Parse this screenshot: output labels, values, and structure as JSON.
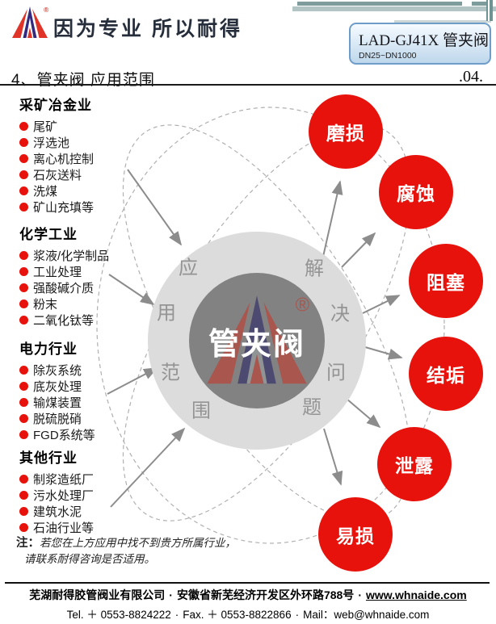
{
  "header": {
    "slogan": "因为专业 所以耐得",
    "logo_reg": "®",
    "product_box": {
      "model": "LAD-GJ41X 管夹阀",
      "size_range": "DN25~DN1000"
    }
  },
  "title_row": {
    "title": "4、管夹阀 应用范围",
    "page_number": ".04."
  },
  "industries": [
    {
      "heading": "采矿冶金业",
      "items": [
        "尾矿",
        "浮选池",
        "离心机控制",
        "石灰送料",
        "洗煤",
        "矿山充填等"
      ]
    },
    {
      "heading": "化学工业",
      "items": [
        "浆液/化学制品",
        "工业处理",
        "强酸碱介质",
        "粉末",
        "二氧化钛等"
      ]
    },
    {
      "heading": "电力行业",
      "items": [
        "除灰系统",
        "底灰处理",
        "输煤装置",
        "脱硫脱硝",
        "FGD系统等"
      ]
    },
    {
      "heading": "其他行业",
      "items": [
        "制浆造纸厂",
        "污水处理厂",
        "建筑水泥",
        "石油行业等"
      ]
    }
  ],
  "diagram": {
    "center_label": "管夹阀",
    "ring_left": [
      "应",
      "用",
      "范",
      "围"
    ],
    "ring_right": [
      "解",
      "决",
      "问",
      "题"
    ],
    "problems": [
      "磨损",
      "腐蚀",
      "阻塞",
      "结垢",
      "泄露",
      "易损"
    ]
  },
  "note": {
    "prefix": "注：",
    "line1": "若您在上方应用中找不到贵方所属行业，",
    "line2": "请联系耐得咨询是否适用。"
  },
  "footer": {
    "company": "芜湖耐得胶管阀业有限公司",
    "address": "安徽省新芜经济开发区外环路788号",
    "website": "www.whnaide.com",
    "tel": "Tel. ＋ 0553-8824222",
    "fax": "Fax. ＋ 0553-8822866",
    "mail": "Mail：web@whnaide.com",
    "separator": "·"
  },
  "icons": {
    "logo": "naide-triangle-a-logo",
    "bullet": "red-dot-bullet"
  },
  "colors": {
    "accent_red": "#e8120c",
    "logo_navy": "#33297e",
    "logo_red": "#e03428",
    "dark_text": "#272e3b",
    "circle_outer_gray": "#dcdcdc",
    "circle_inner_gray": "#828282",
    "ring_text_gray": "#949494",
    "arrow_gray": "#8c8c8c",
    "box_border_blue": "#6e9dc9",
    "teal_bar_dark": "#7d9c9b",
    "teal_bar_light": "#b2c5c4"
  }
}
